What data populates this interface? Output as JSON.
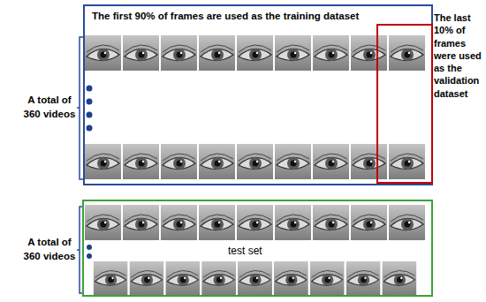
{
  "diagram": {
    "nodes": [
      {
        "text": [
          "The first 90% of frames are used as the training dataset"
        ]
      },
      {
        "text": [
          "The last 10% of frames were used as the validation dataset"
        ],
        "in": 0
      },
      {
        "text": [
          "test set"
        ]
      }
    ],
    "labels": [
      "A total of 360 videos",
      "A total of 360 videos"
    ]
  }
}
